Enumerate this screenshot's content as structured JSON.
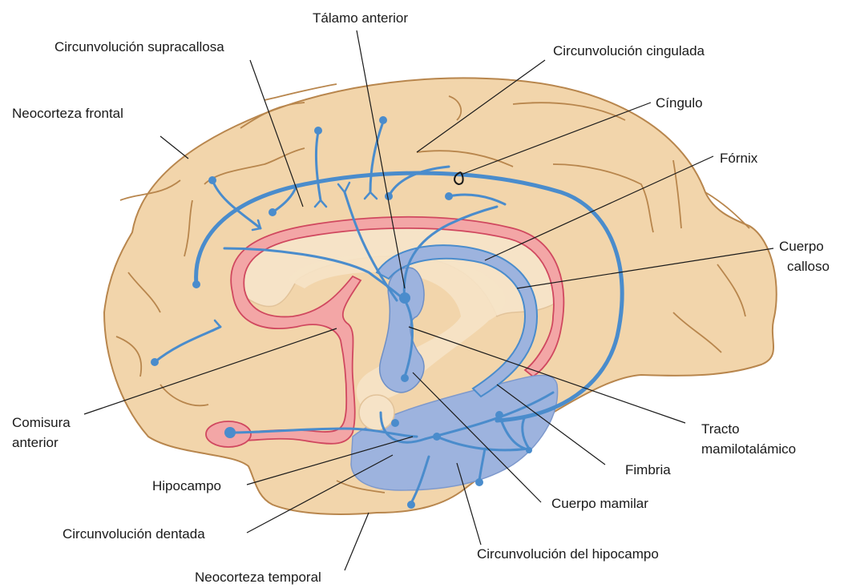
{
  "colors": {
    "background": "#ffffff",
    "brain_fill": "#f2d5ab",
    "brain_outline": "#b8864d",
    "fiber_blue": "#4a8ccc",
    "blue_region": "#9db3de",
    "red_tract": "#f3a6a6",
    "red_outline": "#d0485f",
    "corpus_fill": "#f6e3c7",
    "leader_line": "#1a1a1a"
  },
  "labels": {
    "talamo_anterior": "Tálamo anterior",
    "circ_supracallosa": "Circunvolución supracallosa",
    "circ_cingulada": "Circunvolución cingulada",
    "neocorteza_frontal": "Neocorteza frontal",
    "cingulo": "Cíngulo",
    "fornix": "Fórnix",
    "cuerpo_calloso_1": "Cuerpo",
    "cuerpo_calloso_2": "calloso",
    "comisura_anterior_1": "Comisura",
    "comisura_anterior_2": "anterior",
    "tracto_1": "Tracto",
    "tracto_2": "mamilotalámico",
    "fimbria": "Fimbria",
    "hipocampo": "Hipocampo",
    "cuerpo_mamilar": "Cuerpo mamilar",
    "circ_dentada": "Circunvolución dentada",
    "circ_hipocampo": "Circunvolución del hipocampo",
    "neocorteza_temporal": "Neocorteza temporal"
  }
}
